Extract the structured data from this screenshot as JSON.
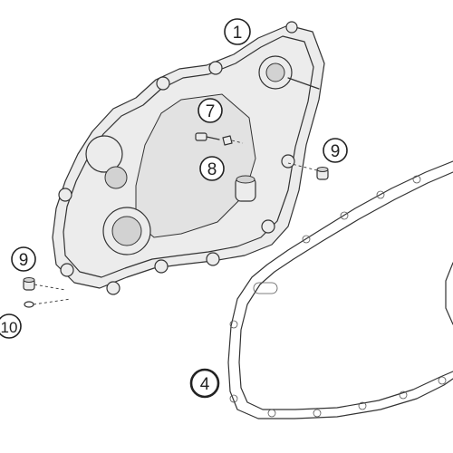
{
  "callouts": [
    {
      "id": "c1",
      "label": "1"
    },
    {
      "id": "c4",
      "label": "4"
    },
    {
      "id": "c7",
      "label": "7"
    },
    {
      "id": "c8",
      "label": "8"
    },
    {
      "id": "c9a",
      "label": "9"
    },
    {
      "id": "c9b",
      "label": "9"
    },
    {
      "id": "c10",
      "label": "10"
    }
  ],
  "colors": {
    "highlight": "#e07a2a",
    "line": "#333333",
    "fill": "#ececec"
  }
}
